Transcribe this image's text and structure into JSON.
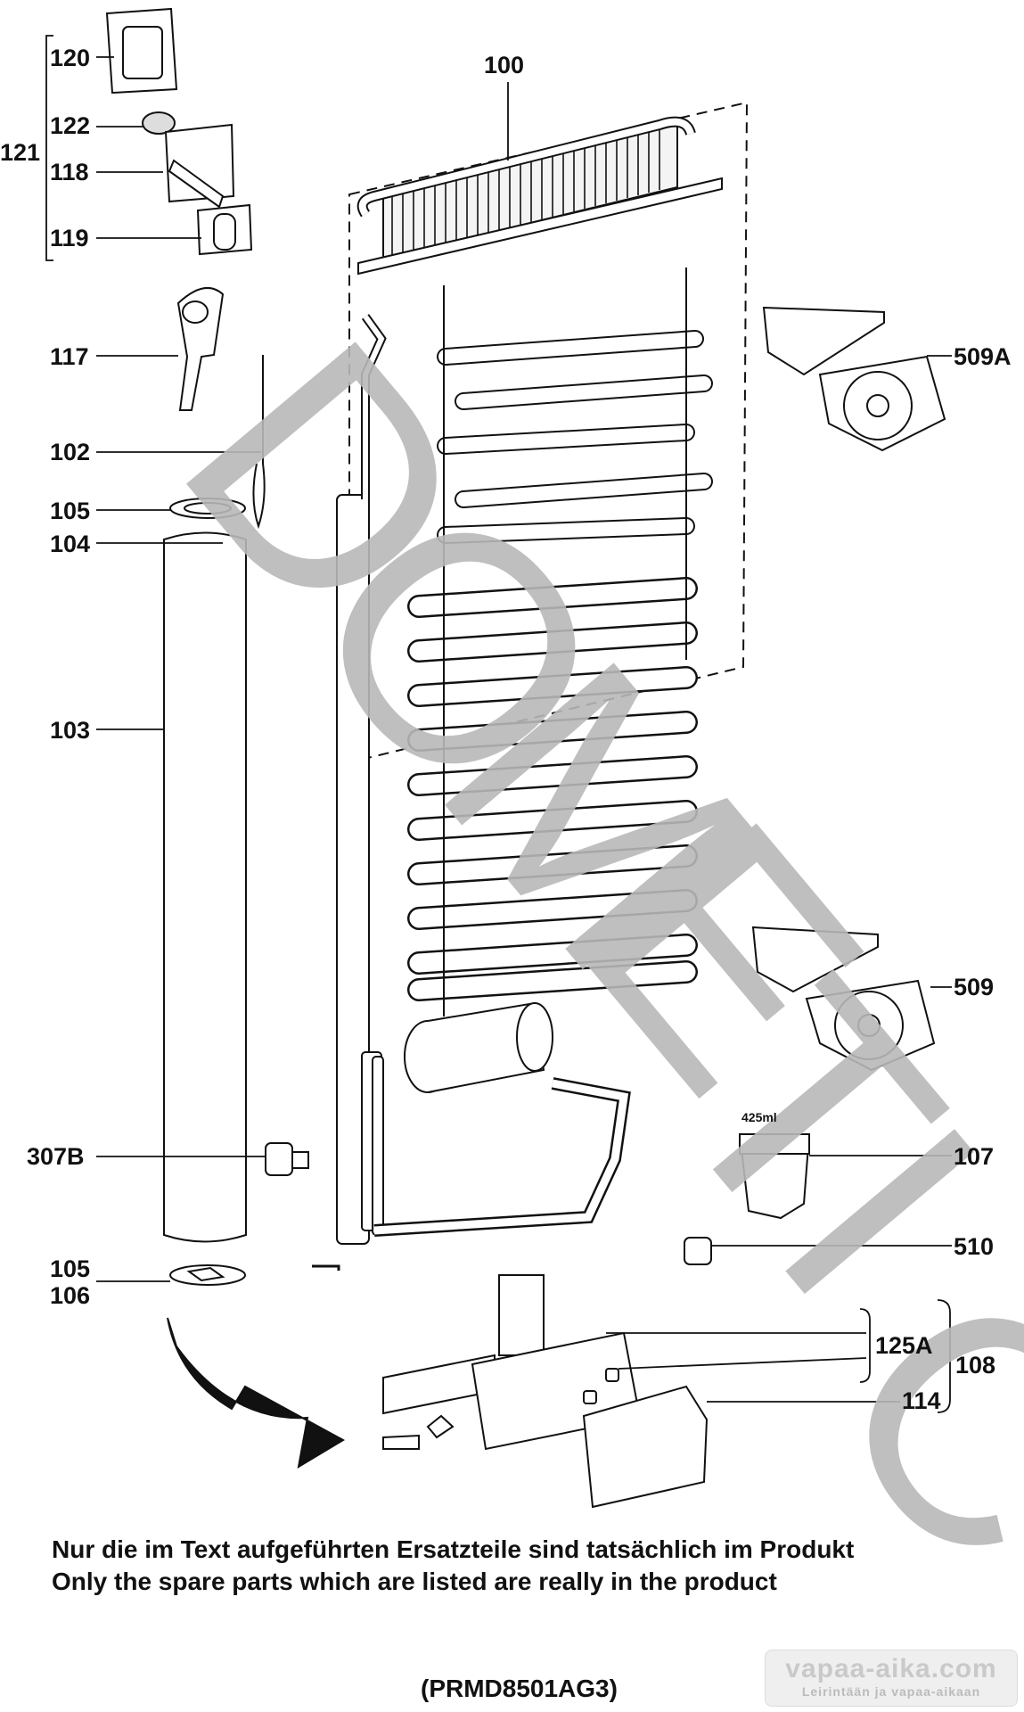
{
  "labels": {
    "l100": "100",
    "l120": "120",
    "l122": "122",
    "l121": "121",
    "l118": "118",
    "l119": "119",
    "l117": "117",
    "l102": "102",
    "l105a": "105",
    "l104": "104",
    "l103": "103",
    "l307b": "307B",
    "l105b": "105",
    "l106": "106",
    "l509a": "509A",
    "l509": "509",
    "l107": "107",
    "l510": "510",
    "l125a": "125A",
    "l108": "108",
    "l114": "114",
    "volume": "425ml"
  },
  "notes": {
    "german": "Nur die im Text aufgeführten Ersatzteile sind tatsächlich im Produkt",
    "english": "Only the spare parts which are listed are really in the product"
  },
  "model_code": "(PRMD8501AG3)",
  "watermark": {
    "brand_letters": [
      "D",
      "O",
      "M",
      "E",
      "T",
      "I",
      "C"
    ],
    "site": "vapaa-aika.com",
    "tagline": "Leirintään ja vapaa-aikaan"
  },
  "colors": {
    "line": "#111111",
    "watermark": "#b8b8b8"
  }
}
